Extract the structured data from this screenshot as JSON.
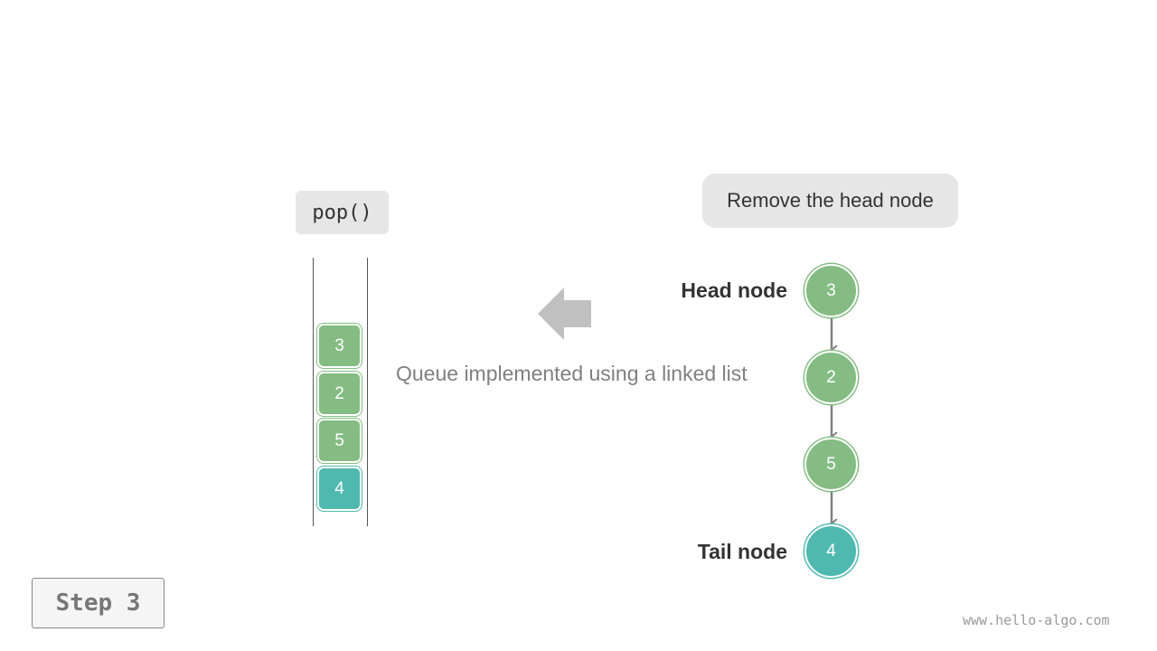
{
  "operation": {
    "label": "pop()"
  },
  "note": {
    "label": "Remove the head node"
  },
  "queue": {
    "caption": "Queue implemented using a linked list",
    "cells": [
      {
        "value": "3",
        "color": "#84bc83"
      },
      {
        "value": "2",
        "color": "#84bc83"
      },
      {
        "value": "5",
        "color": "#84bc83"
      },
      {
        "value": "4",
        "color": "#4fb9b0"
      }
    ]
  },
  "linked_list": {
    "head_label": "Head node",
    "tail_label": "Tail node",
    "nodes": [
      {
        "value": "3",
        "color": "#84bc83"
      },
      {
        "value": "2",
        "color": "#84bc83"
      },
      {
        "value": "5",
        "color": "#84bc83"
      },
      {
        "value": "4",
        "color": "#4fb9b0"
      }
    ]
  },
  "step": {
    "label": "Step 3"
  },
  "watermark": {
    "text": "www.hello-algo.com"
  },
  "colors": {
    "label_bg": "#e6e6e6",
    "arrow": "#c0c0c0",
    "link": "#808080"
  }
}
